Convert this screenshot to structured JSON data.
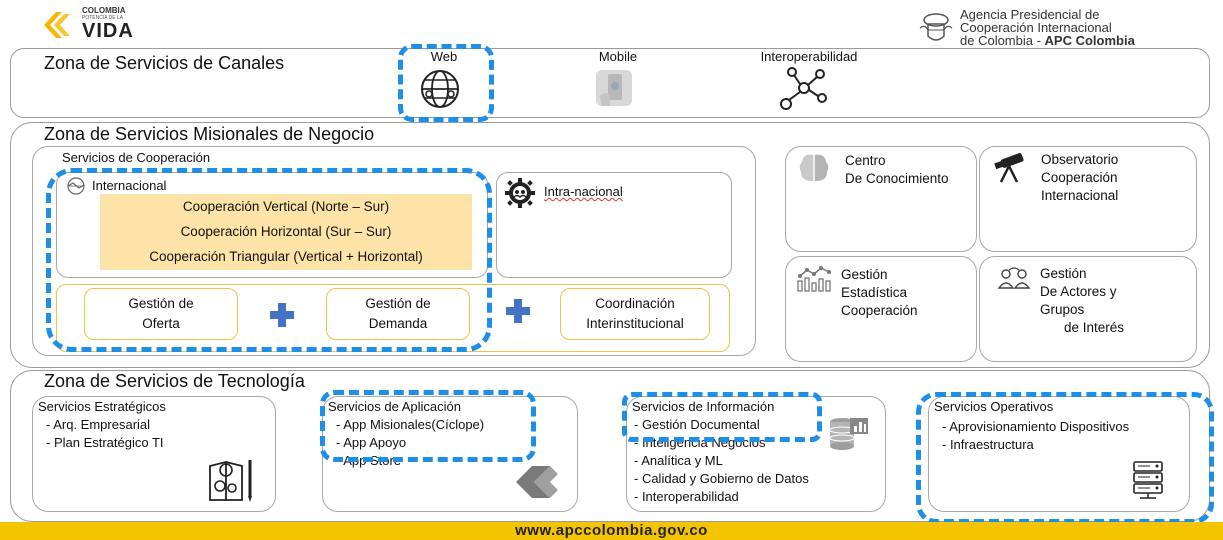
{
  "header": {
    "logo_left_line1": "COLOMBIA",
    "logo_left_line2": "POTENCIA DE LA",
    "logo_left_line3": "VIDA",
    "agency_line1": "Agencia Presidencial de",
    "agency_line2": "Cooperación Internacional",
    "agency_line3a": "de Colombia - ",
    "agency_line3b": "APC Colombia"
  },
  "canales": {
    "title": "Zona de Servicios de Canales",
    "web": "Web",
    "mobile": "Mobile",
    "interop": "Interoperabilidad"
  },
  "misionales": {
    "title": "Zona de Servicios Misionales de Negocio",
    "cooperacion_title": "Servicios de Cooperación",
    "internacional": "Internacional",
    "coop_items": [
      "Cooperación Vertical (Norte – Sur)",
      "Cooperación Horizontal (Sur – Sur)",
      "Cooperación Triangular (Vertical + Horizontal)"
    ],
    "intranacional": "Intra-nacional",
    "gestion_oferta": [
      "Gestión de",
      "Oferta"
    ],
    "gestion_demanda": [
      "Gestión de",
      "Demanda"
    ],
    "coordinacion": [
      "Coordinación",
      "Interinstitucional"
    ],
    "centro": [
      "Centro",
      "De Conocimiento"
    ],
    "observatorio": [
      "Observatorio",
      "Cooperación",
      "Internacional"
    ],
    "estadistica": [
      "Gestión",
      "Estadística",
      "Cooperación"
    ],
    "actores": [
      "Gestión",
      "De Actores y",
      "Grupos",
      "de Interés"
    ]
  },
  "tecnologia": {
    "title": "Zona de Servicios de Tecnología",
    "estrategicos_title": "Servicios Estratégicos",
    "estrategicos_items": [
      "- Arq. Empresarial",
      "- Plan Estratégico TI"
    ],
    "aplicacion_title": "Servicios de Aplicación",
    "aplicacion_items": [
      "- App Misionales(Cíclope)",
      "- App Apoyo",
      "- App Store"
    ],
    "informacion_title": "Servicios de Información",
    "informacion_items": [
      "- Gestión Documental",
      "- Inteligencia Negocios",
      "- Analítica y ML",
      "- Calidad y Gobierno de Datos",
      "- Interoperabilidad"
    ],
    "operativos_title": "Servicios Operativos",
    "operativos_items": [
      "- Aprovisionamiento Dispositivos",
      "- Infraestructura"
    ]
  },
  "footer": {
    "url": "www.apccolombia.gov.co"
  },
  "colors": {
    "accent_dash": "#1d8fe6",
    "coop_fill": "#fde3a7",
    "plus": "#4472c4",
    "footer": "#f5c400"
  }
}
